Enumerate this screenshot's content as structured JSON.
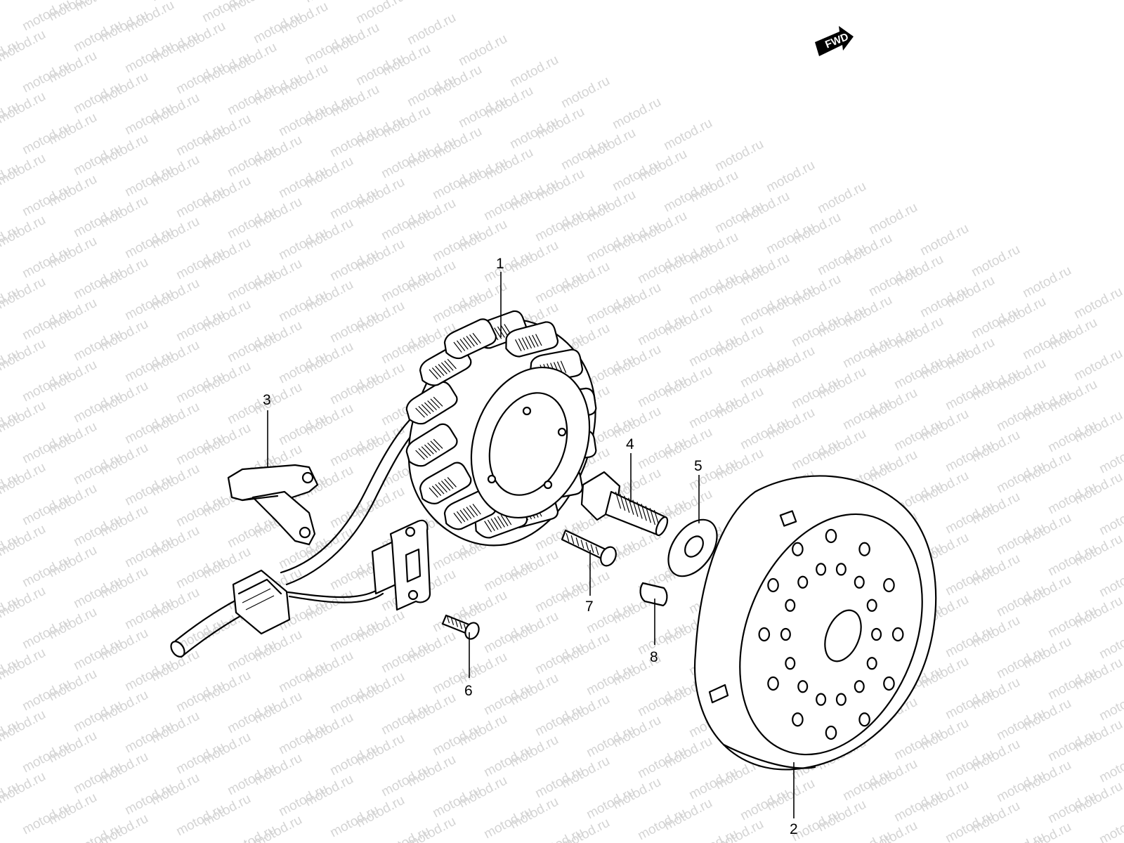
{
  "watermark": {
    "text": "motod.ru",
    "color": "#d4d4d4"
  },
  "direction_marker": {
    "label": "FWD",
    "icon": "forward-arrow-icon"
  },
  "callouts": [
    {
      "id": "1",
      "label": "1",
      "part": "stator"
    },
    {
      "id": "2",
      "label": "2",
      "part": "rotor"
    },
    {
      "id": "3",
      "label": "3",
      "part": "bracket"
    },
    {
      "id": "4",
      "label": "4",
      "part": "bolt"
    },
    {
      "id": "5",
      "label": "5",
      "part": "washer"
    },
    {
      "id": "6",
      "label": "6",
      "part": "screw"
    },
    {
      "id": "7",
      "label": "7",
      "part": "screw"
    },
    {
      "id": "8",
      "label": "8",
      "part": "key"
    }
  ]
}
